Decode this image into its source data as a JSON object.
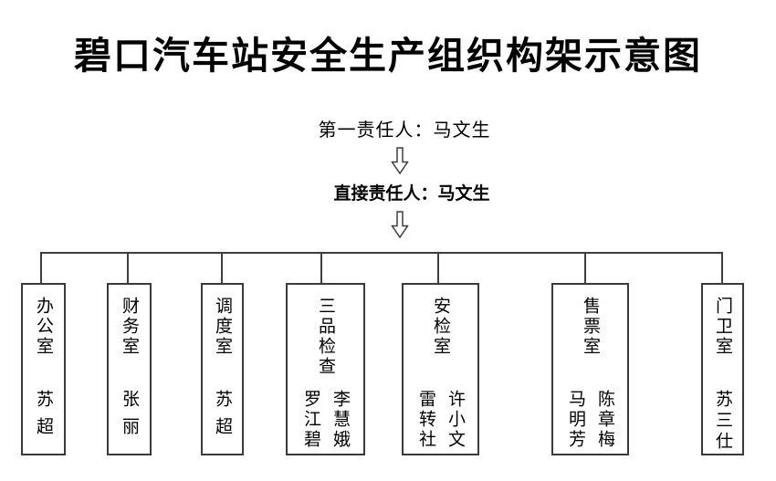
{
  "title": "碧口汽车站安全生产组织构架示意图",
  "levels": {
    "first": {
      "label": "第一责任人：马文生"
    },
    "direct": {
      "label": "直接责任人：马文生"
    }
  },
  "icons": {
    "arrow": "hollow-down-arrow"
  },
  "colors": {
    "background": "#ffffff",
    "text": "#000000",
    "line": "#3e3e3e"
  },
  "departments": [
    {
      "name": "办公室",
      "staff": [
        "苏超"
      ]
    },
    {
      "name": "财务室",
      "staff": [
        "张丽"
      ]
    },
    {
      "name": "调度室",
      "staff": [
        "苏超"
      ]
    },
    {
      "name": "三品检查",
      "staff": [
        "李慧娥",
        "罗江碧"
      ]
    },
    {
      "name": "安检室",
      "staff": [
        "许小文",
        "雷转社"
      ]
    },
    {
      "name": "售票室",
      "staff": [
        "陈章梅",
        "马明芳"
      ]
    },
    {
      "name": "门卫室",
      "staff": [
        "苏三仕"
      ]
    }
  ]
}
